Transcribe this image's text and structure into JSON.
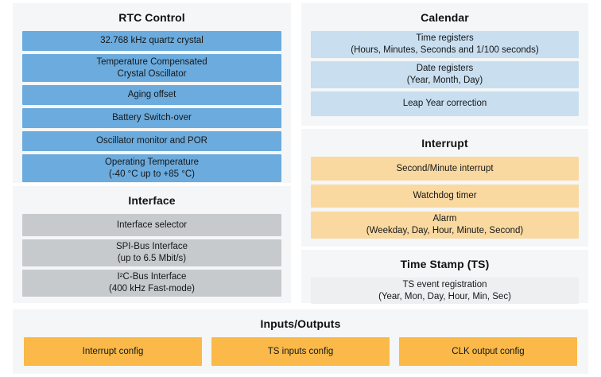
{
  "panels": {
    "rtc": {
      "title": "RTC Control",
      "color": "#6cabdd",
      "items": [
        {
          "line1": "32.768 kHz quartz crystal",
          "line2": ""
        },
        {
          "line1": "Temperature Compensated",
          "line2": "Crystal Oscillator"
        },
        {
          "line1": "Aging offset",
          "line2": ""
        },
        {
          "line1": "Battery Switch-over",
          "line2": ""
        },
        {
          "line1": "Oscillator monitor and POR",
          "line2": ""
        },
        {
          "line1": "Operating Temperature",
          "line2": "(-40 °C up to +85 °C)"
        }
      ]
    },
    "interface": {
      "title": "Interface",
      "color": "#c6cacd",
      "items": [
        {
          "line1": "Interface selector",
          "line2": ""
        },
        {
          "line1": "SPI-Bus Interface",
          "line2": "(up to 6.5 Mbit/s)"
        },
        {
          "line1": "I²C-Bus Interface",
          "line2": "(400 kHz Fast-mode)"
        }
      ]
    },
    "calendar": {
      "title": "Calendar",
      "color": "#c9deef",
      "items": [
        {
          "line1": "Time registers",
          "line2": "(Hours, Minutes, Seconds and 1/100 seconds)"
        },
        {
          "line1": "Date registers",
          "line2": "(Year, Month, Day)"
        },
        {
          "line1": "Leap Year correction",
          "line2": ""
        }
      ]
    },
    "interrupt": {
      "title": "Interrupt",
      "color": "#fad9a1",
      "items": [
        {
          "line1": "Second/Minute interrupt",
          "line2": ""
        },
        {
          "line1": "Watchdog timer",
          "line2": ""
        },
        {
          "line1": "Alarm",
          "line2": "(Weekday, Day, Hour, Minute, Second)"
        }
      ]
    },
    "timestamp": {
      "title": "Time Stamp (TS)",
      "color": "#edeff1",
      "items": [
        {
          "line1": "TS event registration",
          "line2": "(Year, Mon, Day, Hour, Min, Sec)"
        }
      ]
    },
    "io": {
      "title": "Inputs/Outputs",
      "color": "#fab949",
      "items": [
        {
          "line1": "Interrupt config",
          "line2": ""
        },
        {
          "line1": "TS inputs config",
          "line2": ""
        },
        {
          "line1": "CLK output config",
          "line2": ""
        }
      ]
    }
  }
}
